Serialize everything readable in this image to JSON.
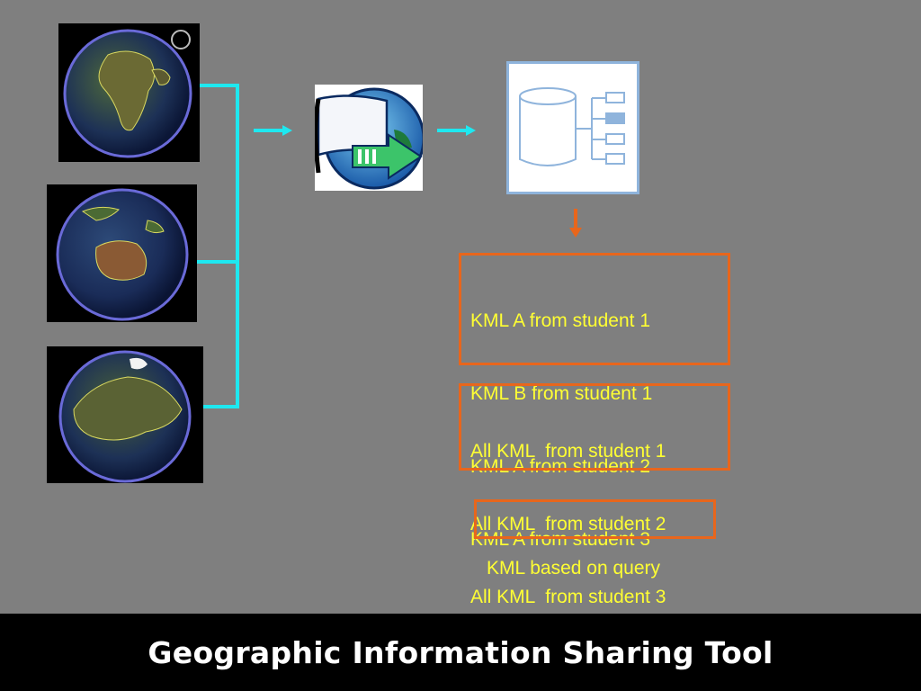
{
  "colors": {
    "background": "#7f7f7f",
    "connector": "#1ee8f0",
    "accent_orange": "#e8661c",
    "result_text": "#ffff33",
    "footer_bg": "#000000",
    "footer_text": "#ffffff"
  },
  "sources": [
    {
      "name": "globe-africa",
      "icon": "globe-icon"
    },
    {
      "name": "globe-australia",
      "icon": "globe-icon"
    },
    {
      "name": "globe-north-pole",
      "icon": "globe-icon"
    }
  ],
  "process": {
    "upload_icon": "upload-globe-icon",
    "database_icon": "database-icon"
  },
  "results": {
    "per_file": [
      "KML A from student 1",
      "KML B from student 1",
      "KML A from student 2",
      "KML A from student 3"
    ],
    "per_student": [
      "All KML  from student 1",
      "All KML  from student 2",
      "All KML  from student 3"
    ],
    "query": "KML based on query"
  },
  "footer": {
    "title": "Geographic Information Sharing Tool"
  }
}
